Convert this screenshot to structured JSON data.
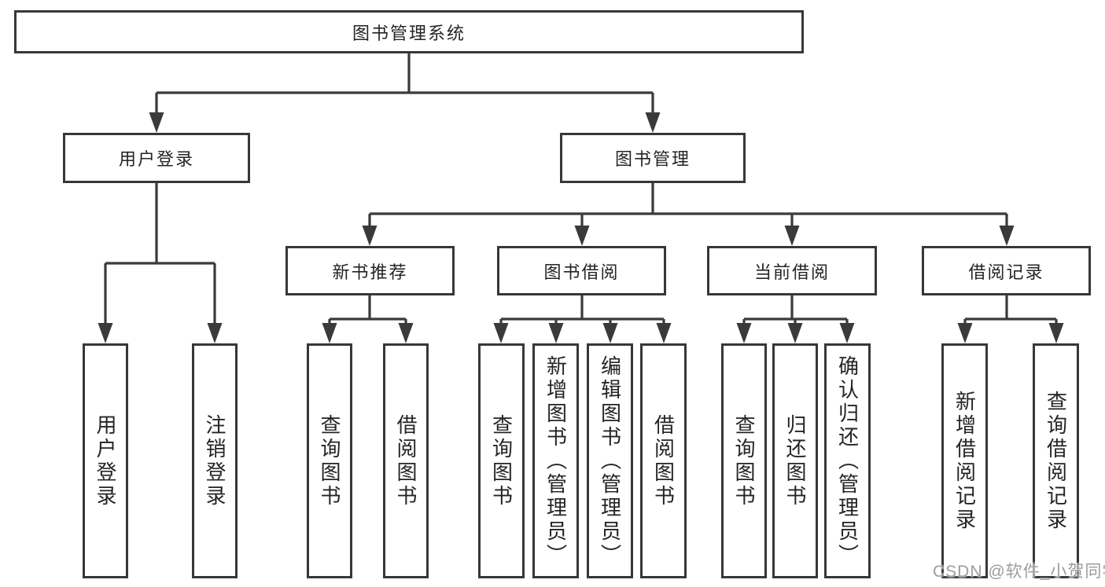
{
  "nodes": {
    "root": "图书管理系统",
    "login": "用户登录",
    "mgmt": "图书管理",
    "newbooks": "新书推荐",
    "borrow": "图书借阅",
    "current": "当前借阅",
    "records": "借阅记录",
    "login_user": "用户登录",
    "login_logout": "注销登录",
    "new_query": "查询图书",
    "new_borrow": "借阅图书",
    "borrow_query": "查询图书",
    "borrow_add": "新增图书（管理员）",
    "borrow_edit": "编辑图书（管理员）",
    "borrow_borrow": "借阅图书",
    "current_query": "查询图书",
    "current_return": "归还图书",
    "current_confirm": "确认归还（管理员）",
    "records_add": "新增借阅记录",
    "records_query": "查询借阅记录"
  },
  "watermark": "CSDN @软件_小贺同学",
  "colors": {
    "line": "#3a3a3a",
    "border": "#373737",
    "text": "#242424",
    "watermark": "#9c9c9c",
    "background": "#ffffff"
  }
}
